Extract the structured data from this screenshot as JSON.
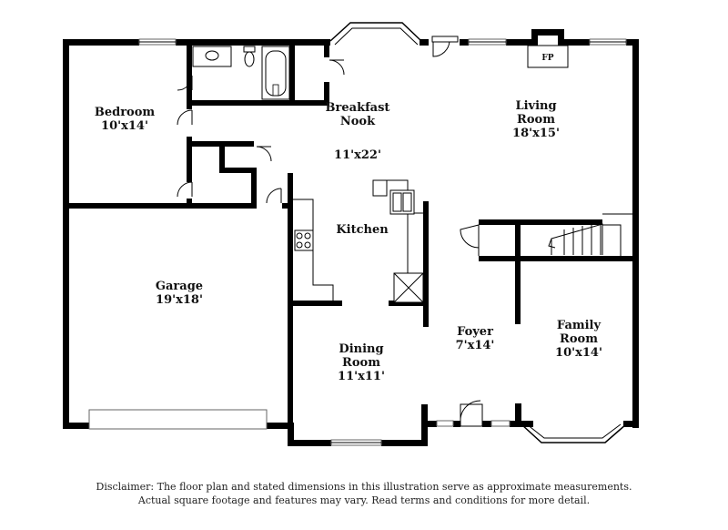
{
  "rooms": {
    "bedroom": {
      "name": "Bedroom",
      "size": "10'x14'"
    },
    "breakfast": {
      "name_line1": "Breakfast",
      "name_line2": "Nook",
      "size": "11'x22'"
    },
    "living": {
      "name_line1": "Living",
      "name_line2": "Room",
      "size": "18'x15'"
    },
    "kitchen": {
      "name": "Kitchen"
    },
    "garage": {
      "name": "Garage",
      "size": "19'x18'"
    },
    "foyer": {
      "name": "Foyer",
      "size": "7'x14'"
    },
    "family": {
      "name_line1": "Family",
      "name_line2": "Room",
      "size": "10'x14'"
    },
    "dining": {
      "name_line1": "Dining",
      "name_line2": "Room",
      "size": "11'x11'"
    },
    "fireplace": {
      "label": "FP"
    }
  },
  "disclaimer": {
    "line1": "Disclaimer: The floor plan and stated dimensions in this illustration serve as approximate measurements.",
    "line2": "Actual square footage and features may vary. Read terms and conditions for more detail."
  }
}
